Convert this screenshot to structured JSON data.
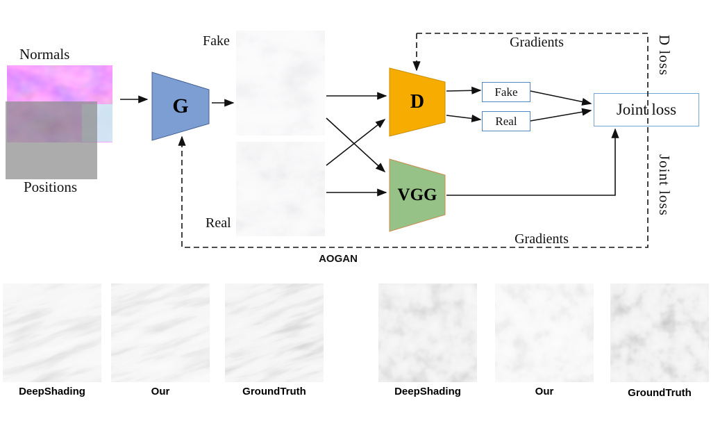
{
  "diagram": {
    "normals_label": "Normals",
    "positions_label": "Positions",
    "fake_caption": "Fake",
    "real_caption": "Real",
    "generator_label": "G",
    "discriminator_label": "D",
    "vgg_label": "VGG",
    "fake_box_label": "Fake",
    "real_box_label": "Real",
    "joint_loss_box_label": "Joint loss",
    "gradients_top_label": "Gradients",
    "gradients_bottom_label": "Gradients",
    "d_loss_side_label": "D loss",
    "joint_loss_side_label": "Joint loss",
    "aogan_label": "AOGAN",
    "colors": {
      "generator_fill": "#7d9ed2",
      "discriminator_fill": "#f6ac00",
      "vgg_fill": "#97c287",
      "small_box_border": "#4f87c5",
      "joint_box_border": "#6fa8d6"
    }
  },
  "results": {
    "labels": [
      "DeepShading",
      "Our",
      "GroundTruth",
      "DeepShading",
      "Our",
      "GroundTruth"
    ]
  }
}
